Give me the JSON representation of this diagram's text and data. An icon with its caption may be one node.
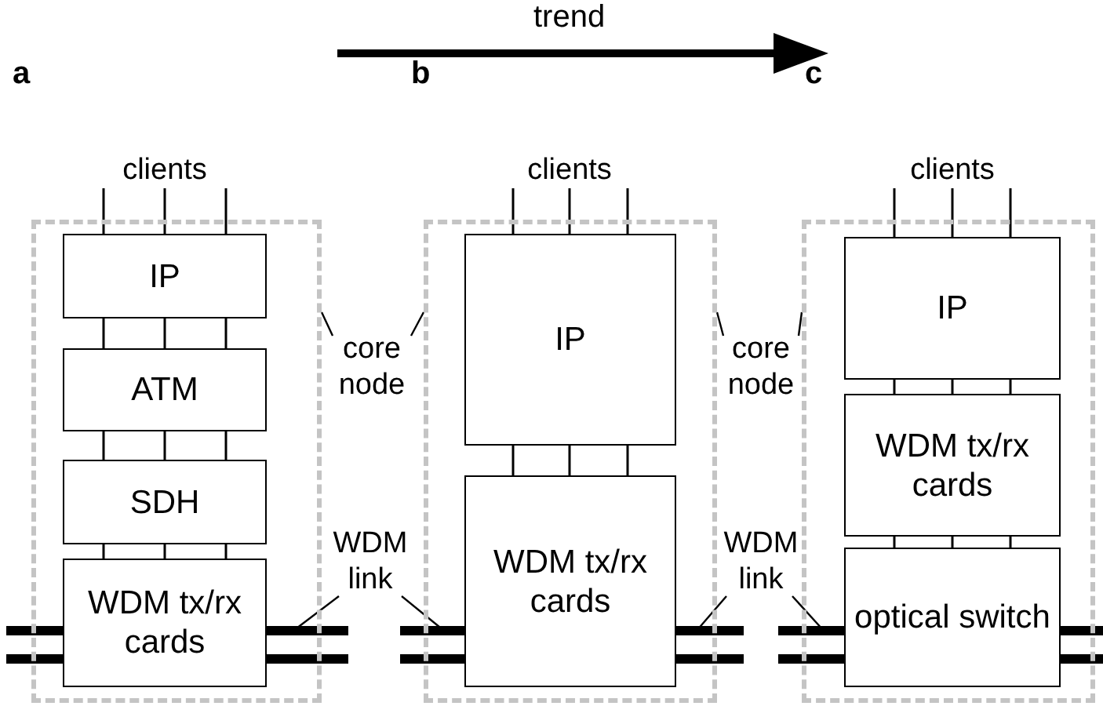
{
  "diagram": {
    "nodes": [
      {
        "text": [
          "clients"
        ]
      },
      {
        "text": [],
        "shape": "box"
      },
      {
        "text": [
          "IP"
        ],
        "in": 1
      },
      {
        "text": [
          "ATM"
        ],
        "in": 1
      },
      {
        "text": [
          "SDH"
        ],
        "in": 1
      },
      {
        "text": [
          "WDM tx/rx cards"
        ],
        "in": 1
      },
      {
        "text": [
          "core node"
        ]
      },
      {
        "text": [
          "WDM link"
        ]
      },
      {
        "text": [
          "clients"
        ]
      },
      {
        "text": [],
        "shape": "box"
      },
      {
        "text": [
          "IP"
        ],
        "in": 9
      },
      {
        "text": [
          "WDM tx/rx cards"
        ],
        "in": 9
      },
      {
        "text": [
          "core node"
        ]
      },
      {
        "text": [
          "WDM link"
        ]
      },
      {
        "text": [
          "clients"
        ]
      },
      {
        "text": [],
        "shape": "box"
      },
      {
        "text": [
          "IP"
        ],
        "in": 15
      },
      {
        "text": [
          "WDM tx/rx cards"
        ],
        "in": 15
      },
      {
        "text": [
          "optical switch"
        ],
        "in": 15
      }
    ],
    "edges": [
      {
        "from": 0,
        "to": 2,
        "arrow": "none"
      },
      {
        "from": 0,
        "to": 2,
        "arrow": "none"
      },
      {
        "from": 0,
        "to": 2,
        "arrow": "none"
      },
      {
        "from": 2,
        "to": 3,
        "arrow": "none"
      },
      {
        "from": 2,
        "to": 3,
        "arrow": "none"
      },
      {
        "from": 2,
        "to": 3,
        "arrow": "none"
      },
      {
        "from": 3,
        "to": 4,
        "arrow": "none"
      },
      {
        "from": 3,
        "to": 4,
        "arrow": "none"
      },
      {
        "from": 3,
        "to": 4,
        "arrow": "none"
      },
      {
        "from": 4,
        "to": 5,
        "arrow": "none"
      },
      {
        "from": 4,
        "to": 5,
        "arrow": "none"
      },
      {
        "from": 4,
        "to": 5,
        "arrow": "none"
      },
      {
        "from": null,
        "to": 5,
        "arrow": "none",
        "style": "thick"
      },
      {
        "from": null,
        "to": 5,
        "arrow": "none",
        "style": "thick"
      },
      {
        "from": 5,
        "to": null,
        "arrow": "none",
        "style": "thick"
      },
      {
        "from": 5,
        "to": null,
        "arrow": "none",
        "style": "thick"
      },
      {
        "from": 6,
        "to": 1,
        "arrow": "none"
      },
      {
        "from": 6,
        "to": 9,
        "arrow": "none"
      },
      {
        "from": 7,
        "to": null,
        "arrow": "none"
      },
      {
        "from": 7,
        "to": null,
        "arrow": "none"
      },
      {
        "from": 8,
        "to": 10,
        "arrow": "none"
      },
      {
        "from": 8,
        "to": 10,
        "arrow": "none"
      },
      {
        "from": 8,
        "to": 10,
        "arrow": "none"
      },
      {
        "from": 10,
        "to": 11,
        "arrow": "none"
      },
      {
        "from": 10,
        "to": 11,
        "arrow": "none"
      },
      {
        "from": 10,
        "to": 11,
        "arrow": "none"
      },
      {
        "from": null,
        "to": 11,
        "arrow": "none",
        "style": "thick"
      },
      {
        "from": null,
        "to": 11,
        "arrow": "none",
        "style": "thick"
      },
      {
        "from": 11,
        "to": null,
        "arrow": "none",
        "style": "thick"
      },
      {
        "from": 11,
        "to": null,
        "arrow": "none",
        "style": "thick"
      },
      {
        "from": 12,
        "to": 9,
        "arrow": "none"
      },
      {
        "from": 12,
        "to": 15,
        "arrow": "none"
      },
      {
        "from": 13,
        "to": null,
        "arrow": "none"
      },
      {
        "from": 13,
        "to": null,
        "arrow": "none"
      },
      {
        "from": 14,
        "to": 16,
        "arrow": "none"
      },
      {
        "from": 14,
        "to": 16,
        "arrow": "none"
      },
      {
        "from": 14,
        "to": 16,
        "arrow": "none"
      },
      {
        "from": 16,
        "to": 17,
        "arrow": "none"
      },
      {
        "from": 16,
        "to": 17,
        "arrow": "none"
      },
      {
        "from": 16,
        "to": 17,
        "arrow": "none"
      },
      {
        "from": 17,
        "to": 18,
        "arrow": "none"
      },
      {
        "from": 17,
        "to": 18,
        "arrow": "none"
      },
      {
        "from": 17,
        "to": 18,
        "arrow": "none"
      },
      {
        "from": null,
        "to": 18,
        "arrow": "none",
        "style": "thick"
      },
      {
        "from": null,
        "to": 18,
        "arrow": "none",
        "style": "thick"
      },
      {
        "from": 18,
        "to": null,
        "arrow": "none",
        "style": "thick"
      },
      {
        "from": 18,
        "to": null,
        "arrow": "none",
        "style": "thick"
      }
    ],
    "labels": [
      "trend",
      "a",
      "b",
      "c"
    ]
  }
}
